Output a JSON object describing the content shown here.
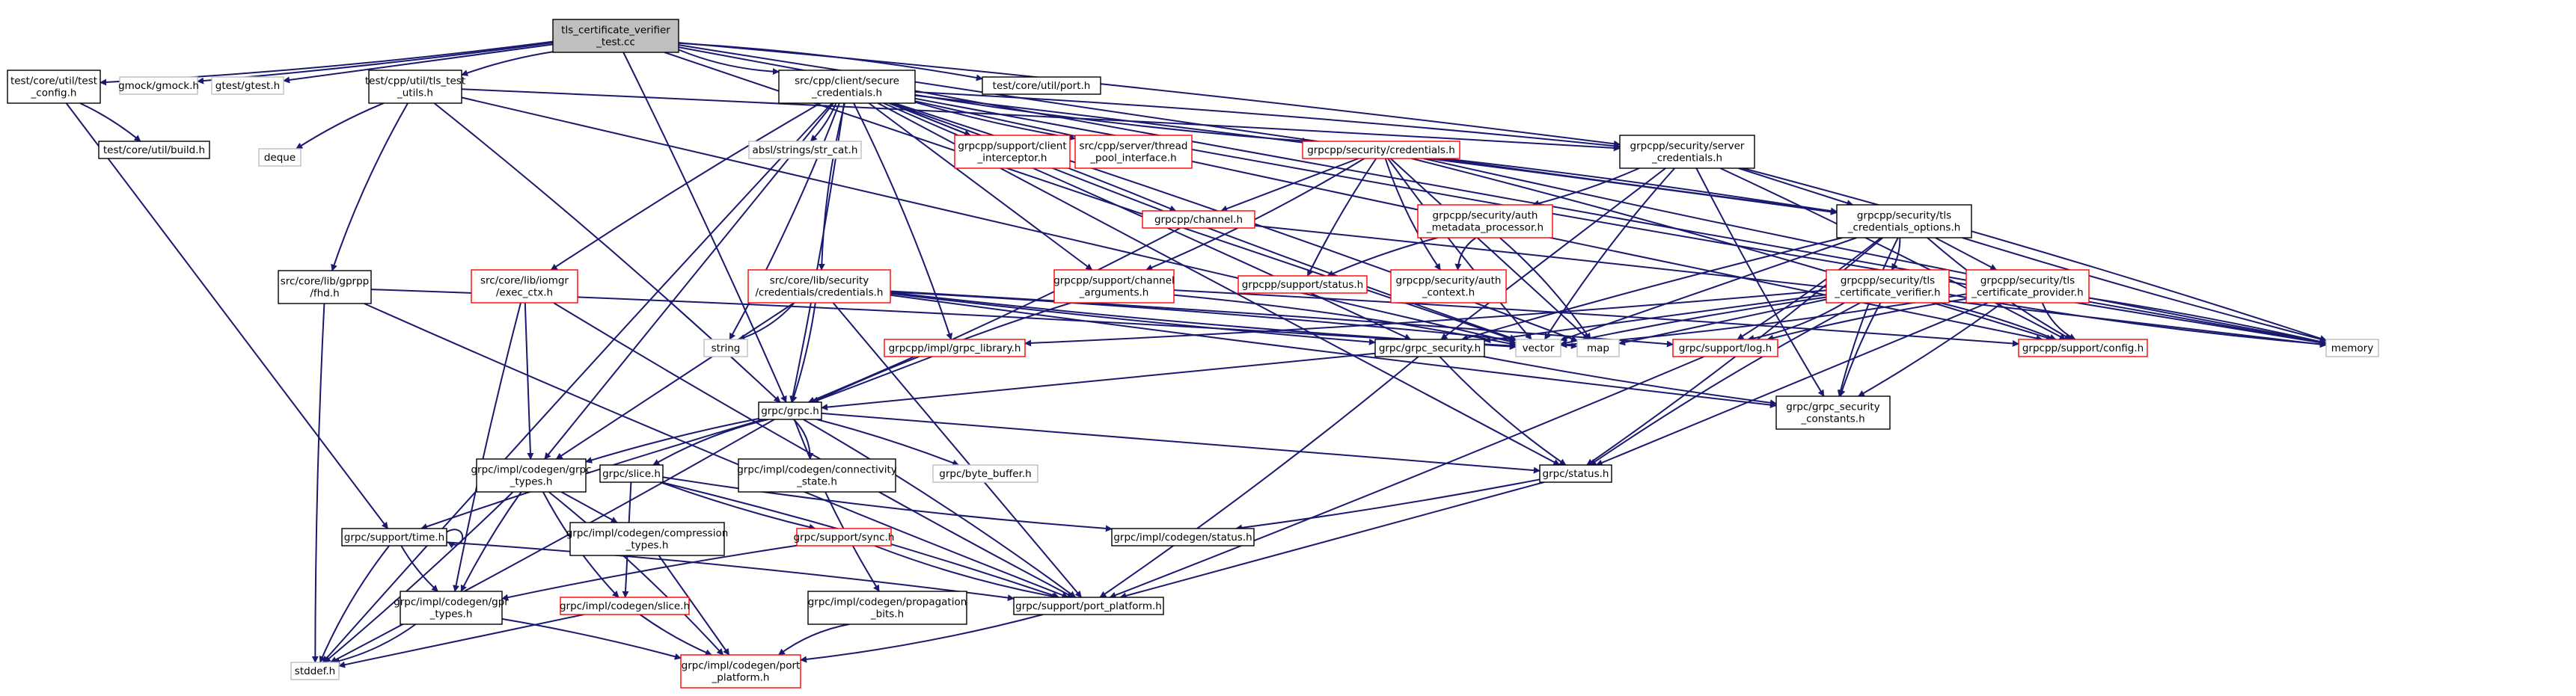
{
  "colors": {
    "edge": "#191970",
    "node_border_default": "#000000",
    "node_border_truncated": "#ff0000",
    "node_border_system": "#bfbfbf",
    "root_fill": "#bfbfbf",
    "node_fill": "#ffffff"
  },
  "nodes": [
    {
      "id": "root",
      "lines": [
        "tls_certificate_verifier",
        "_test.cc"
      ],
      "kind": "root"
    },
    {
      "id": "test_config",
      "lines": [
        "test/core/util/test",
        "_config.h"
      ],
      "kind": "normal"
    },
    {
      "id": "build",
      "lines": [
        "test/core/util/build.h"
      ],
      "kind": "normal"
    },
    {
      "id": "gmock",
      "lines": [
        "gmock/gmock.h"
      ],
      "kind": "system"
    },
    {
      "id": "gtest",
      "lines": [
        "gtest/gtest.h"
      ],
      "kind": "system"
    },
    {
      "id": "tls_test_utils",
      "lines": [
        "test/cpp/util/tls_test",
        "_utils.h"
      ],
      "kind": "normal"
    },
    {
      "id": "deque",
      "lines": [
        "deque"
      ],
      "kind": "system"
    },
    {
      "id": "fhd",
      "lines": [
        "src/core/lib/gprpp",
        "/fhd.h"
      ],
      "kind": "normal"
    },
    {
      "id": "secure_creds",
      "lines": [
        "src/cpp/client/secure",
        "_credentials.h"
      ],
      "kind": "normal"
    },
    {
      "id": "port",
      "lines": [
        "test/core/util/port.h"
      ],
      "kind": "normal"
    },
    {
      "id": "str_cat",
      "lines": [
        "absl/strings/str_cat.h"
      ],
      "kind": "system"
    },
    {
      "id": "client_interceptor",
      "lines": [
        "grpcpp/support/client",
        "_interceptor.h"
      ],
      "kind": "truncated"
    },
    {
      "id": "thread_pool",
      "lines": [
        "src/cpp/server/thread",
        "_pool_interface.h"
      ],
      "kind": "truncated"
    },
    {
      "id": "grpcpp_creds",
      "lines": [
        "grpcpp/security/credentials.h"
      ],
      "kind": "truncated"
    },
    {
      "id": "server_creds",
      "lines": [
        "grpcpp/security/server",
        "_credentials.h"
      ],
      "kind": "normal"
    },
    {
      "id": "auth_metadata",
      "lines": [
        "grpcpp/security/auth",
        "_metadata_processor.h"
      ],
      "kind": "truncated"
    },
    {
      "id": "tls_cred_opts",
      "lines": [
        "grpcpp/security/tls",
        "_credentials_options.h"
      ],
      "kind": "normal"
    },
    {
      "id": "grpcpp_channel",
      "lines": [
        "grpcpp/channel.h"
      ],
      "kind": "truncated"
    },
    {
      "id": "support_status",
      "lines": [
        "grpcpp/support/status.h"
      ],
      "kind": "truncated"
    },
    {
      "id": "auth_context",
      "lines": [
        "grpcpp/security/auth",
        "_context.h"
      ],
      "kind": "truncated"
    },
    {
      "id": "tls_cert_verifier",
      "lines": [
        "grpcpp/security/tls",
        "_certificate_verifier.h"
      ],
      "kind": "truncated"
    },
    {
      "id": "tls_cert_provider",
      "lines": [
        "grpcpp/security/tls",
        "_certificate_provider.h"
      ],
      "kind": "truncated"
    },
    {
      "id": "iomgr_exec",
      "lines": [
        "src/core/lib/iomgr",
        "/exec_ctx.h"
      ],
      "kind": "truncated"
    },
    {
      "id": "security_creds",
      "lines": [
        "src/core/lib/security",
        "/credentials/credentials.h"
      ],
      "kind": "truncated"
    },
    {
      "id": "channel_args",
      "lines": [
        "grpcpp/support/channel",
        "_arguments.h"
      ],
      "kind": "truncated"
    },
    {
      "id": "string",
      "lines": [
        "string"
      ],
      "kind": "system"
    },
    {
      "id": "vector",
      "lines": [
        "vector"
      ],
      "kind": "system"
    },
    {
      "id": "map",
      "lines": [
        "map"
      ],
      "kind": "system"
    },
    {
      "id": "grpc_security",
      "lines": [
        "grpc/grpc_security.h"
      ],
      "kind": "normal"
    },
    {
      "id": "support_log",
      "lines": [
        "grpc/support/log.h"
      ],
      "kind": "truncated"
    },
    {
      "id": "support_config",
      "lines": [
        "grpcpp/support/config.h"
      ],
      "kind": "truncated"
    },
    {
      "id": "memory",
      "lines": [
        "memory"
      ],
      "kind": "system"
    },
    {
      "id": "grpc_library",
      "lines": [
        "grpcpp/impl/grpc_library.h"
      ],
      "kind": "truncated"
    },
    {
      "id": "grpc_h",
      "lines": [
        "grpc/grpc.h"
      ],
      "kind": "normal"
    },
    {
      "id": "sec_constants",
      "lines": [
        "grpc/grpc_security",
        "_constants.h"
      ],
      "kind": "normal"
    },
    {
      "id": "grpc_types",
      "lines": [
        "grpc/impl/codegen/grpc",
        "_types.h"
      ],
      "kind": "normal"
    },
    {
      "id": "slice_h",
      "lines": [
        "grpc/slice.h"
      ],
      "kind": "normal"
    },
    {
      "id": "conn_state",
      "lines": [
        "grpc/impl/codegen/connectivity",
        "_state.h"
      ],
      "kind": "normal"
    },
    {
      "id": "byte_buffer",
      "lines": [
        "grpc/byte_buffer.h"
      ],
      "kind": "system"
    },
    {
      "id": "status_h",
      "lines": [
        "grpc/status.h"
      ],
      "kind": "normal"
    },
    {
      "id": "support_time",
      "lines": [
        "grpc/support/time.h"
      ],
      "kind": "normal"
    },
    {
      "id": "compression",
      "lines": [
        "grpc/impl/codegen/compression",
        "_types.h"
      ],
      "kind": "normal"
    },
    {
      "id": "support_sync",
      "lines": [
        "grpc/support/sync.h"
      ],
      "kind": "truncated"
    },
    {
      "id": "codegen_status",
      "lines": [
        "grpc/impl/codegen/status.h"
      ],
      "kind": "normal"
    },
    {
      "id": "gpr_types",
      "lines": [
        "grpc/impl/codegen/gpr",
        "_types.h"
      ],
      "kind": "normal"
    },
    {
      "id": "codegen_slice",
      "lines": [
        "grpc/impl/codegen/slice.h"
      ],
      "kind": "truncated"
    },
    {
      "id": "propagation",
      "lines": [
        "grpc/impl/codegen/propagation",
        "_bits.h"
      ],
      "kind": "normal"
    },
    {
      "id": "port_platform",
      "lines": [
        "grpc/support/port_platform.h"
      ],
      "kind": "normal"
    },
    {
      "id": "stddef",
      "lines": [
        "stddef.h"
      ],
      "kind": "system"
    },
    {
      "id": "codegen_port_platform",
      "lines": [
        "grpc/impl/codegen/port",
        "_platform.h"
      ],
      "kind": "truncated"
    }
  ],
  "edges": [
    [
      "root",
      "test_config"
    ],
    [
      "root",
      "gmock"
    ],
    [
      "root",
      "gtest"
    ],
    [
      "root",
      "tls_test_utils"
    ],
    [
      "root",
      "secure_creds"
    ],
    [
      "root",
      "port"
    ],
    [
      "root",
      "grpc_h"
    ],
    [
      "root",
      "vector"
    ],
    [
      "root",
      "memory"
    ],
    [
      "root",
      "tls_cred_opts"
    ],
    [
      "root",
      "server_creds"
    ],
    [
      "test_config",
      "build"
    ],
    [
      "test_config",
      "support_time"
    ],
    [
      "tls_test_utils",
      "deque"
    ],
    [
      "tls_test_utils",
      "fhd"
    ],
    [
      "tls_test_utils",
      "grpc_h"
    ],
    [
      "tls_test_utils",
      "server_creds"
    ],
    [
      "tls_test_utils",
      "vector"
    ],
    [
      "fhd",
      "stddef"
    ],
    [
      "fhd",
      "port_platform"
    ],
    [
      "fhd",
      "vector"
    ],
    [
      "secure_creds",
      "str_cat"
    ],
    [
      "secure_creds",
      "client_interceptor"
    ],
    [
      "secure_creds",
      "thread_pool"
    ],
    [
      "secure_creds",
      "grpcpp_creds"
    ],
    [
      "secure_creds",
      "server_creds"
    ],
    [
      "secure_creds",
      "grpcpp_channel"
    ],
    [
      "secure_creds",
      "channel_args"
    ],
    [
      "secure_creds",
      "iomgr_exec"
    ],
    [
      "secure_creds",
      "security_creds"
    ],
    [
      "secure_creds",
      "string"
    ],
    [
      "secure_creds",
      "grpc_h"
    ],
    [
      "secure_creds",
      "grpc_types"
    ],
    [
      "secure_creds",
      "stddef"
    ],
    [
      "secure_creds",
      "vector"
    ],
    [
      "secure_creds",
      "map"
    ],
    [
      "secure_creds",
      "grpc_security"
    ],
    [
      "secure_creds",
      "status_h"
    ],
    [
      "secure_creds",
      "support_config"
    ],
    [
      "secure_creds",
      "memory"
    ],
    [
      "secure_creds",
      "grpc_library"
    ],
    [
      "secure_creds",
      "tls_cred_opts"
    ],
    [
      "grpcpp_creds",
      "grpcpp_channel"
    ],
    [
      "grpcpp_creds",
      "support_status"
    ],
    [
      "grpcpp_creds",
      "auth_context"
    ],
    [
      "grpcpp_creds",
      "channel_args"
    ],
    [
      "grpcpp_creds",
      "tls_cred_opts"
    ],
    [
      "grpcpp_creds",
      "map"
    ],
    [
      "grpcpp_creds",
      "vector"
    ],
    [
      "grpcpp_creds",
      "memory"
    ],
    [
      "grpcpp_creds",
      "support_config"
    ],
    [
      "server_creds",
      "auth_metadata"
    ],
    [
      "server_creds",
      "tls_cred_opts"
    ],
    [
      "server_creds",
      "sec_constants"
    ],
    [
      "server_creds",
      "vector"
    ],
    [
      "server_creds",
      "memory"
    ],
    [
      "server_creds",
      "support_config"
    ],
    [
      "server_creds",
      "grpc_security"
    ],
    [
      "auth_metadata",
      "support_status"
    ],
    [
      "auth_metadata",
      "auth_context"
    ],
    [
      "auth_metadata",
      "map"
    ],
    [
      "tls_cred_opts",
      "tls_cert_verifier"
    ],
    [
      "tls_cred_opts",
      "tls_cert_provider"
    ],
    [
      "tls_cred_opts",
      "grpc_security"
    ],
    [
      "tls_cred_opts",
      "sec_constants"
    ],
    [
      "tls_cred_opts",
      "status_h"
    ],
    [
      "tls_cred_opts",
      "support_log"
    ],
    [
      "tls_cred_opts",
      "vector"
    ],
    [
      "tls_cred_opts",
      "memory"
    ],
    [
      "tls_cred_opts",
      "support_config"
    ],
    [
      "grpcpp_channel",
      "grpc_h"
    ],
    [
      "grpcpp_channel",
      "memory"
    ],
    [
      "tls_cert_verifier",
      "grpc_security"
    ],
    [
      "tls_cert_verifier",
      "sec_constants"
    ],
    [
      "tls_cert_verifier",
      "status_h"
    ],
    [
      "tls_cert_verifier",
      "support_log"
    ],
    [
      "tls_cert_verifier",
      "support_config"
    ],
    [
      "tls_cert_verifier",
      "map"
    ],
    [
      "tls_cert_verifier",
      "vector"
    ],
    [
      "tls_cert_verifier",
      "memory"
    ],
    [
      "tls_cert_verifier",
      "grpc_library"
    ],
    [
      "tls_cert_provider",
      "sec_constants"
    ],
    [
      "tls_cert_provider",
      "status_h"
    ],
    [
      "tls_cert_provider",
      "support_log"
    ],
    [
      "tls_cert_provider",
      "support_config"
    ],
    [
      "tls_cert_provider",
      "vector"
    ],
    [
      "tls_cert_provider",
      "memory"
    ],
    [
      "iomgr_exec",
      "grpc_types"
    ],
    [
      "iomgr_exec",
      "gpr_types"
    ],
    [
      "iomgr_exec",
      "port_platform"
    ],
    [
      "security_creds",
      "string"
    ],
    [
      "security_creds",
      "grpc_h"
    ],
    [
      "security_creds",
      "grpc_types"
    ],
    [
      "security_creds",
      "grpc_security"
    ],
    [
      "security_creds",
      "vector"
    ],
    [
      "security_creds",
      "map"
    ],
    [
      "security_creds",
      "support_log"
    ],
    [
      "security_creds",
      "port_platform"
    ],
    [
      "security_creds",
      "sec_constants"
    ],
    [
      "channel_args",
      "grpc_h"
    ],
    [
      "channel_args",
      "vector"
    ],
    [
      "channel_args",
      "support_config"
    ],
    [
      "grpc_security",
      "grpc_h"
    ],
    [
      "grpc_security",
      "sec_constants"
    ],
    [
      "grpc_security",
      "status_h"
    ],
    [
      "grpc_security",
      "port_platform"
    ],
    [
      "support_log",
      "port_platform"
    ],
    [
      "grpc_library",
      "grpc_h"
    ],
    [
      "grpc_h",
      "grpc_types"
    ],
    [
      "grpc_h",
      "slice_h"
    ],
    [
      "grpc_h",
      "conn_state"
    ],
    [
      "grpc_h",
      "byte_buffer"
    ],
    [
      "grpc_h",
      "status_h"
    ],
    [
      "grpc_h",
      "support_time"
    ],
    [
      "grpc_h",
      "propagation"
    ],
    [
      "grpc_h",
      "port_platform"
    ],
    [
      "grpc_h",
      "stddef"
    ],
    [
      "grpc_types",
      "compression"
    ],
    [
      "grpc_types",
      "gpr_types"
    ],
    [
      "grpc_types",
      "codegen_slice"
    ],
    [
      "grpc_types",
      "codegen_port_platform"
    ],
    [
      "grpc_types",
      "stddef"
    ],
    [
      "slice_h",
      "codegen_slice"
    ],
    [
      "slice_h",
      "support_sync"
    ],
    [
      "slice_h",
      "codegen_status"
    ],
    [
      "slice_h",
      "port_platform"
    ],
    [
      "status_h",
      "codegen_status"
    ],
    [
      "status_h",
      "port_platform"
    ],
    [
      "support_time",
      "gpr_types"
    ],
    [
      "support_time",
      "stddef"
    ],
    [
      "support_time",
      "port_platform"
    ],
    [
      "support_time",
      "support_time"
    ],
    [
      "compression",
      "codegen_port_platform"
    ],
    [
      "support_sync",
      "gpr_types"
    ],
    [
      "support_sync",
      "port_platform"
    ],
    [
      "gpr_types",
      "stddef"
    ],
    [
      "gpr_types",
      "codegen_port_platform"
    ],
    [
      "codegen_slice",
      "stddef"
    ],
    [
      "codegen_slice",
      "codegen_port_platform"
    ],
    [
      "propagation",
      "codegen_port_platform"
    ],
    [
      "port_platform",
      "codegen_port_platform"
    ]
  ]
}
